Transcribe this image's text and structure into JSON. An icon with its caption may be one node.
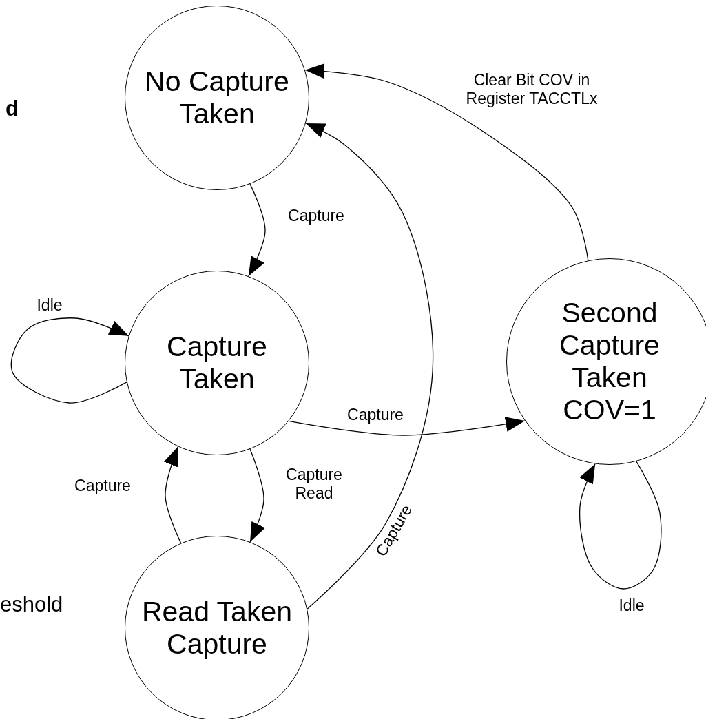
{
  "diagram": {
    "nodes": [
      {
        "text": [
          "No Capture Taken"
        ]
      },
      {
        "text": [
          "Capture Taken"
        ]
      },
      {
        "text": [
          "Read Taken Capture"
        ]
      },
      {
        "text": [
          "Second Capture Taken COV=1"
        ]
      }
    ],
    "edges": [
      {
        "from": 0,
        "to": 1,
        "arrow": "to",
        "label": "Capture"
      },
      {
        "from": 1,
        "to": 1,
        "arrow": "to",
        "label": "Idle"
      },
      {
        "from": 1,
        "to": 3,
        "arrow": "to",
        "label": "Capture"
      },
      {
        "from": 1,
        "to": 2,
        "arrow": "to",
        "label": "Capture Read"
      },
      {
        "from": 2,
        "to": 1,
        "arrow": "to",
        "label": "Capture"
      },
      {
        "from": 2,
        "to": 0,
        "arrow": "to",
        "label": "Capture"
      },
      {
        "from": 3,
        "to": 0,
        "arrow": "to",
        "label": "Clear Bit COV in Register TACCTLx"
      },
      {
        "from": 3,
        "to": 3,
        "arrow": "to",
        "label": "Idle"
      }
    ],
    "labels": [
      "d",
      "eshold"
    ]
  }
}
